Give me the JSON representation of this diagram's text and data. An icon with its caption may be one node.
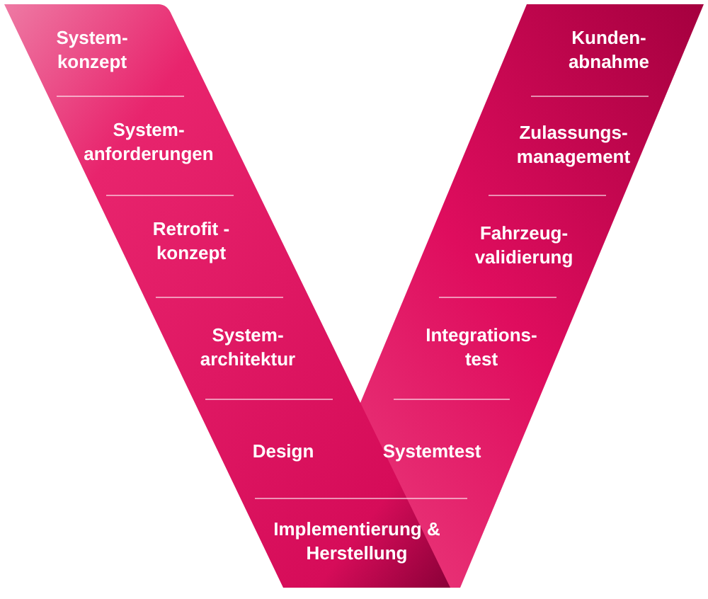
{
  "diagram": {
    "nodes": [
      {
        "text": [
          "System- konzept"
        ]
      },
      {
        "text": [
          "System- anforderungen"
        ]
      },
      {
        "text": [
          "Retrofit - konzept"
        ]
      },
      {
        "text": [
          "System- architektur"
        ]
      },
      {
        "text": [
          "Design"
        ]
      },
      {
        "text": [
          "Implementierung & Herstellung"
        ]
      },
      {
        "text": [
          "Systemtest"
        ]
      },
      {
        "text": [
          "Integrations- test"
        ]
      },
      {
        "text": [
          "Fahrzeug- validierung"
        ]
      },
      {
        "text": [
          "Zulassungs- management"
        ]
      },
      {
        "text": [
          "Kunden- abnahme"
        ]
      }
    ]
  }
}
